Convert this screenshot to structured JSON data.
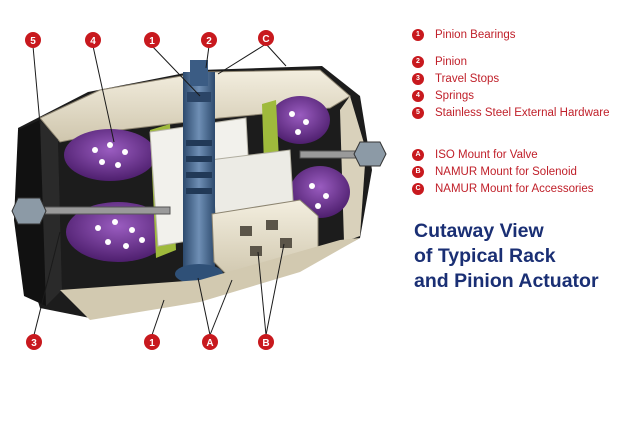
{
  "colors": {
    "callout_red": "#c8191e",
    "legend_text": "#c0202a",
    "title_blue": "#1a2f74",
    "housing_black": "#1a1a1a",
    "cover_beige": "#e9e2cf",
    "spring_purple": "#6b2f8c",
    "pinion_blue": "#3c5e86",
    "rack_white": "#f0f0ec",
    "liner_green": "#9fba3c"
  },
  "legend": {
    "components": [
      {
        "marker": "1",
        "label": "Pinion Bearings"
      },
      {
        "marker": "2",
        "label": "Pinion"
      },
      {
        "marker": "3",
        "label": "Travel Stops"
      },
      {
        "marker": "4",
        "label": "Springs"
      },
      {
        "marker": "5",
        "label": "Stainless Steel External Hardware"
      }
    ],
    "mounts": [
      {
        "marker": "A",
        "label": "ISO Mount for Valve"
      },
      {
        "marker": "B",
        "label": "NAMUR Mount for Solenoid"
      },
      {
        "marker": "C",
        "label": "NAMUR Mount for Accessories"
      }
    ]
  },
  "title": {
    "line1": "Cutaway View",
    "line2": "of Typical Rack",
    "line3": "and Pinion Actuator"
  },
  "callouts": {
    "top_5": "5",
    "top_4": "4",
    "top_1": "1",
    "top_2": "2",
    "top_c": "C",
    "bottom_3": "3",
    "bottom_1": "1",
    "bottom_a": "A",
    "bottom_b": "B"
  }
}
